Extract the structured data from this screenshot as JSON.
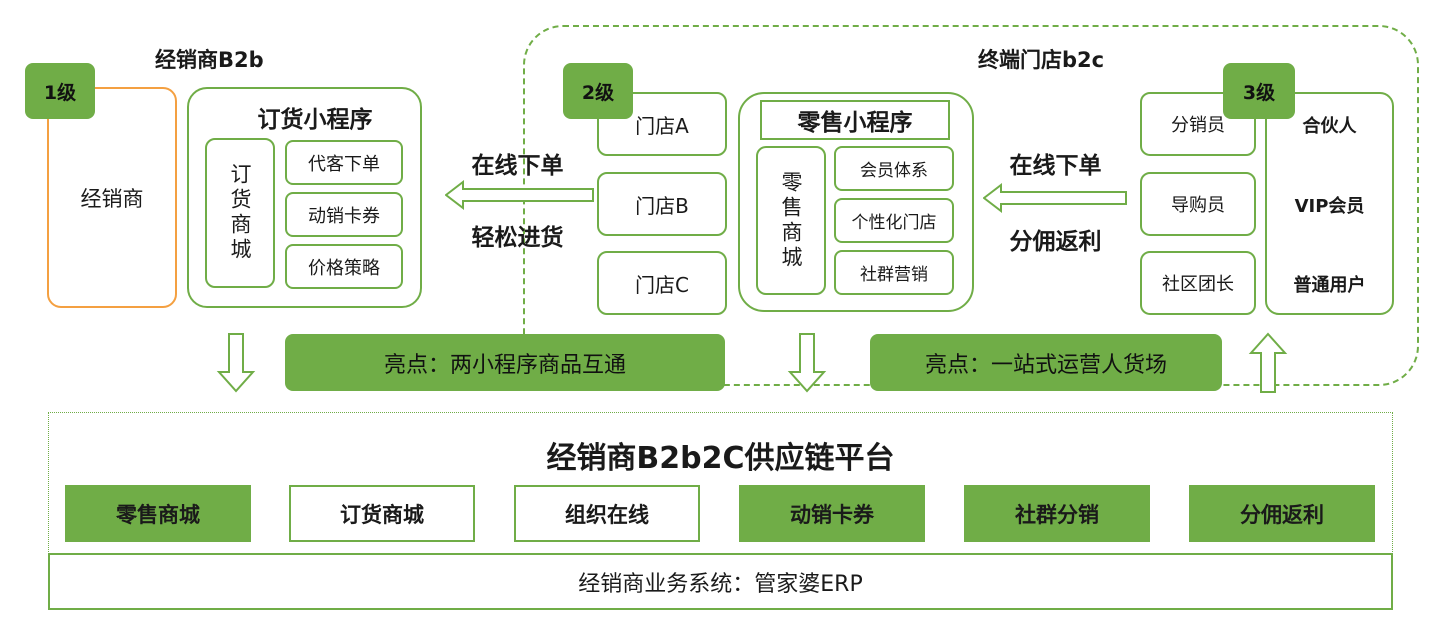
{
  "colors": {
    "accent": "#70AD47",
    "text": "#1a1a1a",
    "dealer_border": "#F4A041"
  },
  "dealer": {
    "title": "经销商B2b",
    "level": "1级",
    "box_label": "经销商",
    "app": {
      "title": "订货小程序",
      "mall": "订货商城",
      "features": [
        "代客下单",
        "动销卡券",
        "价格策略"
      ]
    }
  },
  "store": {
    "title": "终端门店b2c",
    "level": "2级",
    "stores": [
      "门店A",
      "门店B",
      "门店C"
    ],
    "app": {
      "title": "零售小程序",
      "mall": "零售商城",
      "features": [
        "会员体系",
        "个性化门店",
        "社群营销"
      ]
    }
  },
  "level3": {
    "level": "3级",
    "roles": [
      "分销员",
      "导购员",
      "社区团长"
    ],
    "users": [
      "合伙人",
      "VIP会员",
      "普通用户"
    ]
  },
  "flows": {
    "left": {
      "top": "在线下单",
      "bottom": "轻松进货"
    },
    "right": {
      "top": "在线下单",
      "bottom": "分佣返利"
    }
  },
  "highlights": [
    "亮点：两小程序商品互通",
    "亮点：一站式运营人货场"
  ],
  "platform": {
    "title": "经销商B2b2C供应链平台",
    "modules": [
      {
        "label": "零售商城",
        "filled": true
      },
      {
        "label": "订货商城",
        "filled": false
      },
      {
        "label": "组织在线",
        "filled": false
      },
      {
        "label": "动销卡券",
        "filled": true
      },
      {
        "label": "社群分销",
        "filled": true
      },
      {
        "label": "分佣返利",
        "filled": true
      }
    ],
    "erp": "经销商业务系统：管家婆ERP"
  }
}
